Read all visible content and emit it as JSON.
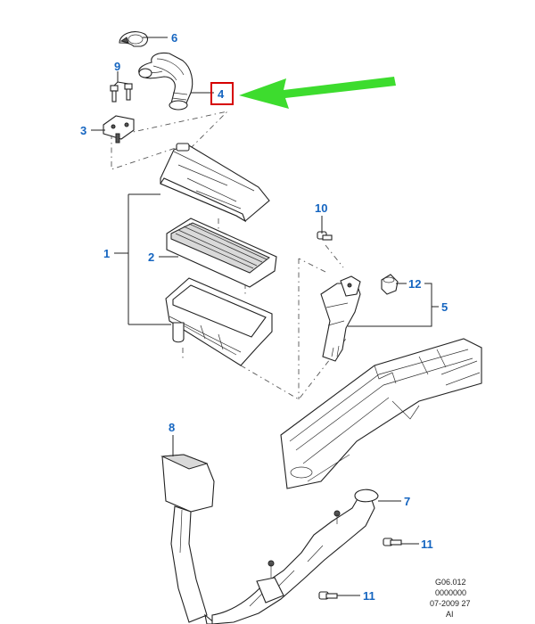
{
  "colors": {
    "callout": "#1565c0",
    "arrow": "#3ddc2e",
    "highlight": "#d60000",
    "line": "#222222"
  },
  "callouts": {
    "c1": "1",
    "c2": "2",
    "c3": "3",
    "c4": "4",
    "c5": "5",
    "c6": "6",
    "c7": "7",
    "c8": "8",
    "c9": "9",
    "c10": "10",
    "c11a": "11",
    "c11b": "11",
    "c12": "12"
  },
  "stamp": {
    "line1": "G06.012",
    "line2": "0000000",
    "line3": "07-2009 27",
    "line4": "AI"
  }
}
